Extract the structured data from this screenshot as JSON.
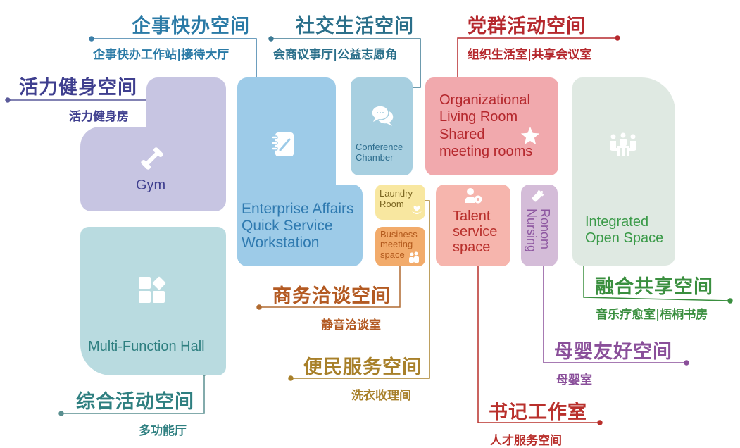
{
  "colors": {
    "gym": "#c7c5e2",
    "gym_text": "#3f3f8f",
    "enterprise": "#9dcbe8",
    "enterprise_text": "#2f7ab0",
    "conference": "#a7cfe0",
    "conference_text": "#2f6f8f",
    "org": "#f1a9ad",
    "org_text": "#b5282d",
    "laundry": "#f8e7a0",
    "laundry_text": "#7a6520",
    "business": "#f2ab6b",
    "business_text": "#b35a1d",
    "talent": "#f6b5ad",
    "talent_text": "#b9302c",
    "nursing": "#d4bcd8",
    "nursing_text": "#8d56a0",
    "integrated": "#dfe9e2",
    "integrated_text": "#3a9a48",
    "multi": "#b9dbe0",
    "multi_text": "#2e7f80"
  },
  "groups": {
    "enterprise": {
      "title": "企事快办空间",
      "sub": "企事快办工作站|接待大厅",
      "color": "#2a7aa6"
    },
    "social": {
      "title": "社交生活空间",
      "sub": "会商议事厅|公益志愿角",
      "color": "#2a6f8a"
    },
    "party": {
      "title": "党群活动空间",
      "sub": "组织生活室|共享会议室",
      "color": "#b5282d"
    },
    "fitness": {
      "title": "活力健身空间",
      "sub": "活力健身房",
      "color": "#3f3f8f"
    },
    "integrated": {
      "title": "融合共享空间",
      "sub": "音乐疗愈室|梧桐书房",
      "color": "#3a8f3f"
    },
    "maternal": {
      "title": "母婴友好空间",
      "sub": "母婴室",
      "color": "#8a4f9a"
    },
    "business": {
      "title": "商务洽谈空间",
      "sub": "静音洽谈室",
      "color": "#b35a22"
    },
    "convenience": {
      "title": "便民服务空间",
      "sub": "洗衣收理间",
      "color": "#a8802a"
    },
    "secretary": {
      "title": "书记工作室",
      "sub": "人才服务空间",
      "color": "#b9302c"
    },
    "comprehensive": {
      "title": "综合活动空间",
      "sub": "多功能厅",
      "color": "#2e7f80"
    }
  },
  "rooms": {
    "gym": {
      "label": "Gym",
      "icon": "dumbbell-icon"
    },
    "enterprise": {
      "label1": "Enterprise Affairs",
      "label2": "Quick Service",
      "label3": "Workstation",
      "icon": "notebook-pen-icon"
    },
    "conference": {
      "label1": "Conference",
      "label2": "Chamber",
      "icon": "chat-bubbles-icon"
    },
    "org": {
      "label1": "Organizational",
      "label2": "Living Room",
      "label3": "Shared",
      "label4": "meeting rooms",
      "icon": "star-icon"
    },
    "laundry": {
      "label1": "Laundry",
      "label2": "Room",
      "icon": "heart-hand-icon"
    },
    "business": {
      "label1": "Business",
      "label2": "meeting",
      "label3": "space",
      "icon": "people-meeting-icon"
    },
    "talent": {
      "label1": "Talent",
      "label2": "service",
      "label3": "space",
      "icon": "user-gear-icon"
    },
    "nursing": {
      "label1": "Ronom",
      "label2": "Nursing",
      "icon": "baby-bottle-icon"
    },
    "integrated": {
      "label1": "Integrated",
      "label2": "Open Space",
      "icon": "group-table-icon"
    },
    "multi": {
      "label": "Multi-Function Hall",
      "icon": "grid-apps-icon"
    }
  }
}
